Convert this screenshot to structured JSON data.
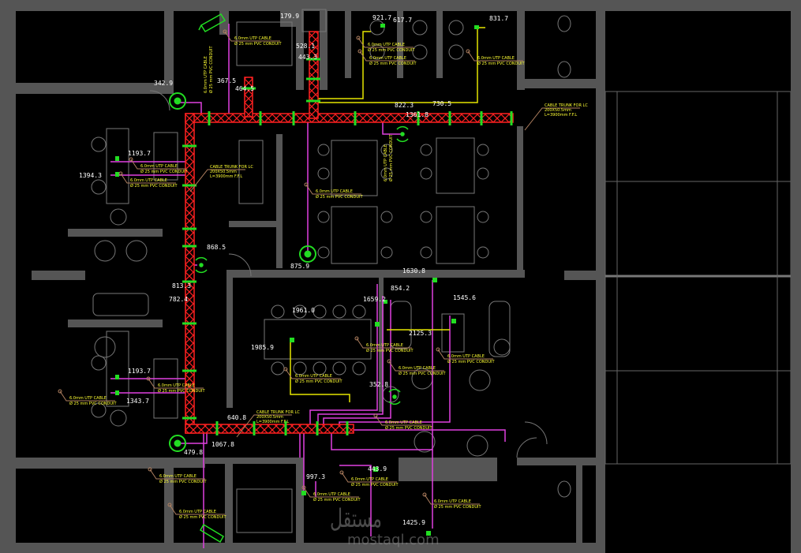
{
  "drawing": {
    "type": "floor plan - low current / data cabling layout",
    "colors": {
      "background": "#000000",
      "walls": "#555555",
      "cable_trunk": "#ff2020",
      "data_conduit": "#e040e0",
      "voice_conduit": "#e6e600",
      "devices": "#22dd22",
      "leaders": "#b08060"
    }
  },
  "dimensions": [
    "179.9",
    "528.1",
    "443.3",
    "342.9",
    "367.5",
    "464.5",
    "921.7",
    "617.7",
    "831.7",
    "822.3",
    "1361.8",
    "730.5",
    "1193.7",
    "1394.3",
    "868.5",
    "813.3",
    "782.4",
    "875.9",
    "1630.8",
    "1659.2",
    "854.2",
    "1545.6",
    "1961.0",
    "1985.9",
    "2125.3",
    "352.8",
    "640.8",
    "1067.8",
    "479.8",
    "997.3",
    "443.9",
    "1425.9",
    "1193.7",
    "1343.7"
  ],
  "cable_label": {
    "line1": "6.0mm UTP CABLE",
    "line2": "Ø 25 mm PVC CONDUIT"
  },
  "trunk_notes": [
    {
      "line1": "CABLE TRUNK FOR LC",
      "line2": "200X50.5mm",
      "line3": "L=3900mm F.F.L"
    },
    {
      "line1": "CABLE TRUNK FOR LC",
      "line2": "200X50.5mm",
      "line3": "L=3900mm F.F.L"
    },
    {
      "line1": "CABLE TRUNK FOR LC",
      "line2": "200X50.5mm",
      "line3": "L=3900mm F.F.L"
    }
  ],
  "watermark": {
    "logo": "مستقل",
    "text": "mostaql.com"
  }
}
